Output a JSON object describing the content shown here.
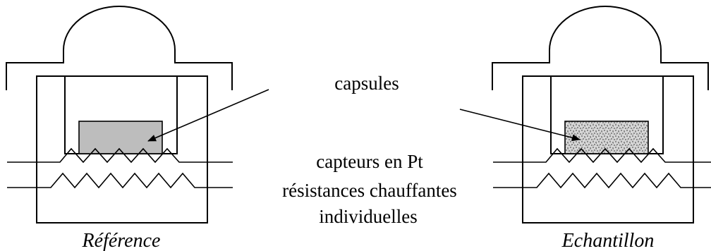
{
  "labels": {
    "capsules": "capsules",
    "sensors": "capteurs en Pt",
    "heaters_line1": "résistances chauffantes",
    "heaters_line2": "individuelles"
  },
  "captions": {
    "left": "Référence",
    "right": "Echantillon"
  },
  "colors": {
    "reference_capsule": "#bdbdbd",
    "sample_capsule_base": "#d6d6d6",
    "sample_capsule_speckle": "#8a8a8a",
    "stroke": "#000000"
  }
}
